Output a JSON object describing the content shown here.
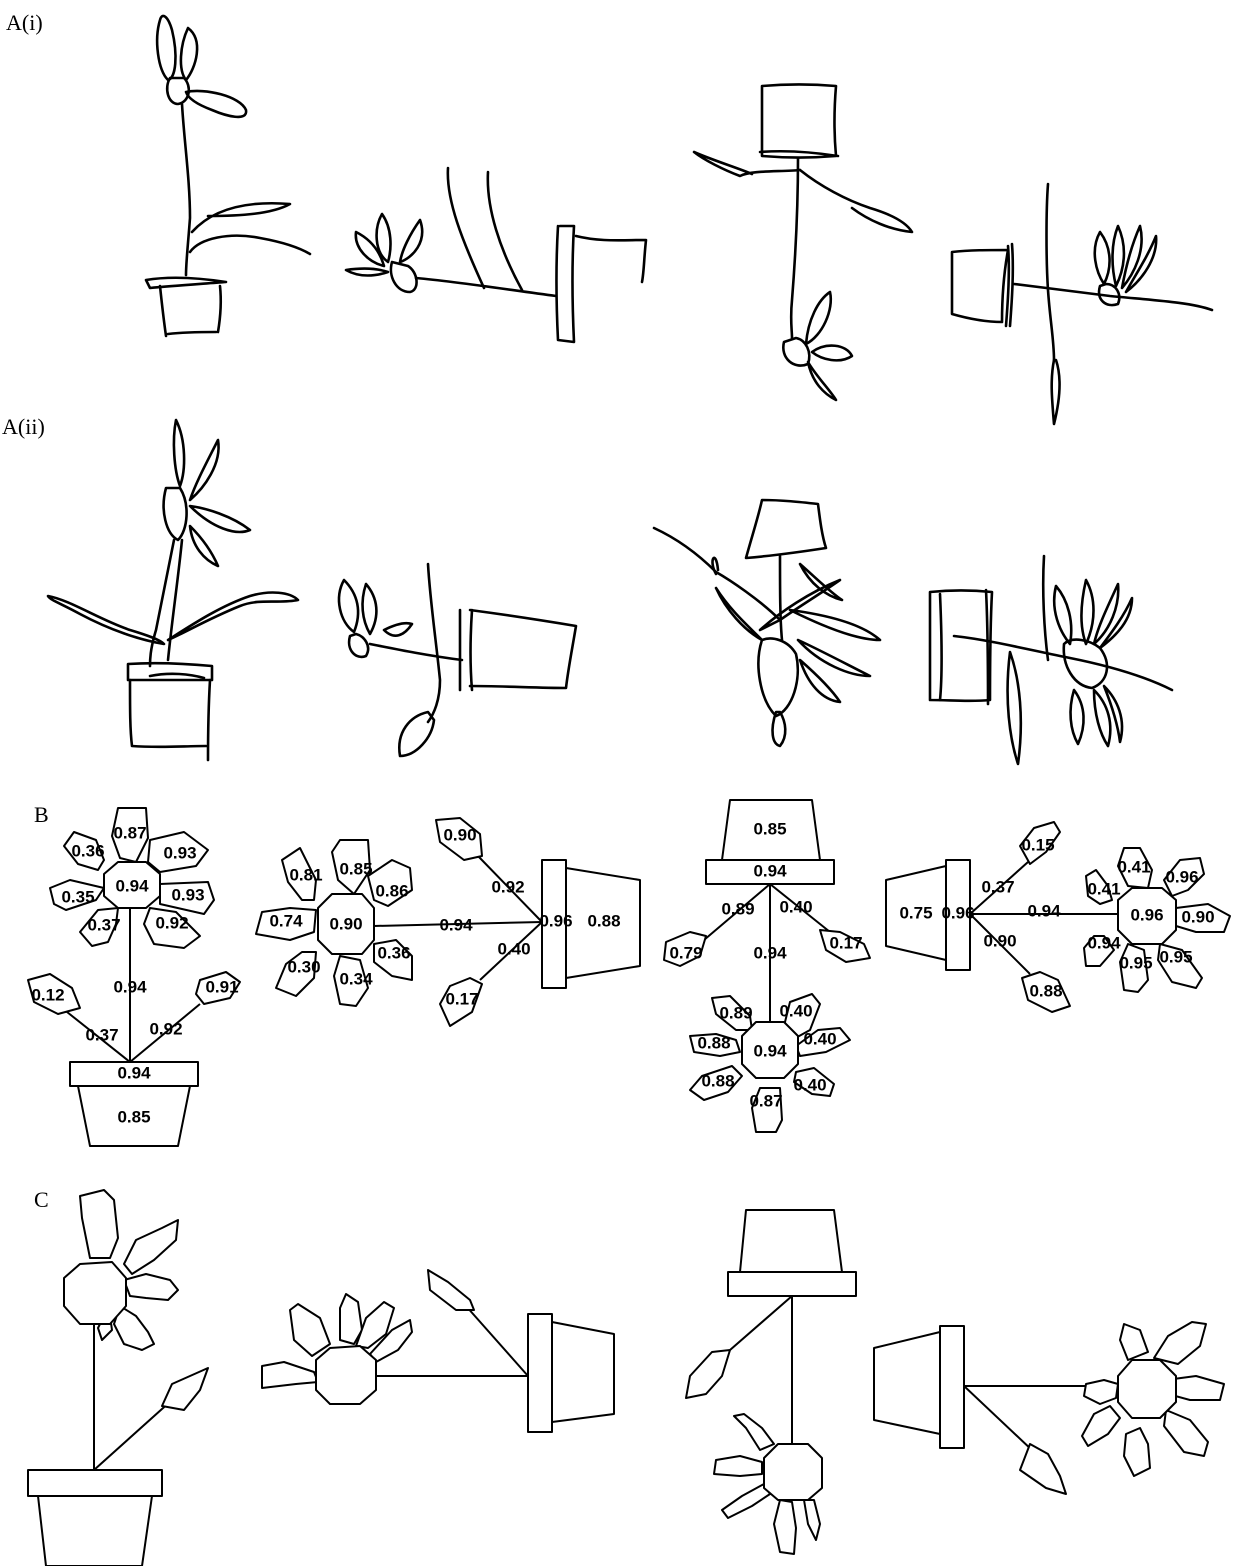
{
  "panels": {
    "a1": "A(i)",
    "a2": "A(ii)",
    "b": "B",
    "c": "C"
  },
  "b_values": {
    "fig1": {
      "flower_center": "0.94",
      "petals": [
        "0.87",
        "0.93",
        "0.93",
        "0.92",
        "0.37",
        "0.35",
        "0.36"
      ],
      "stem": "0.94",
      "leaf_left": "0.12",
      "leaf_left_stem": "0.37",
      "leaf_right": "0.91",
      "leaf_right_stem": "0.92",
      "pot_rim": "0.94",
      "pot_body": "0.85"
    },
    "fig2": {
      "flower_center": "0.90",
      "petals": [
        "0.85",
        "0.86",
        "0.36",
        "0.34",
        "0.30",
        "0.74",
        "0.81"
      ],
      "stem": "0.94",
      "leaf_top": "0.90",
      "leaf_top_stem": "0.92",
      "leaf_bottom": "0.17",
      "leaf_bottom_stem": "0.40",
      "pot_rim": "0.96",
      "pot_body": "0.88"
    },
    "fig3": {
      "pot_body": "0.85",
      "pot_rim": "0.94",
      "leaf_left": "0.79",
      "leaf_left_stem": "0.89",
      "leaf_right": "0.17",
      "leaf_right_stem": "0.40",
      "stem": "0.94",
      "flower_center": "0.94",
      "petals": [
        "0.40",
        "0.40",
        "0.40",
        "0.87",
        "0.88",
        "0.88",
        "0.89"
      ]
    },
    "fig4": {
      "pot_body": "0.75",
      "pot_rim": "0.96",
      "leaf_top": "0.15",
      "leaf_top_stem": "0.37",
      "leaf_bottom": "0.88",
      "leaf_bottom_stem": "0.90",
      "stem": "0.94",
      "flower_center": "0.96",
      "petals": [
        "0.41",
        "0.96",
        "0.90",
        "0.95",
        "0.95",
        "0.94",
        "0.41"
      ]
    }
  }
}
